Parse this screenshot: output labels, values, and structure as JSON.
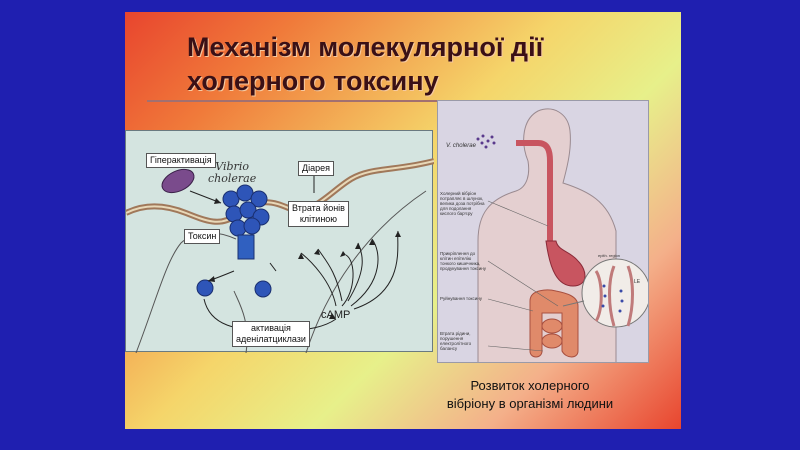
{
  "title": {
    "line1": "Механізм молекулярної дії",
    "line2": "холерного токсину"
  },
  "left_diagram": {
    "hyperactivation": "Гіперактивація",
    "vibrio_line1": "Vibrio",
    "vibrio_line2": "cholerae",
    "diarrhea": "Діарея",
    "ion_loss_line1": "Втрата йонів",
    "ion_loss_line2": "клітиною",
    "toxin": "Токсин",
    "camp": "cAMP",
    "activation_line1": "активація",
    "activation_line2": "аденілатциклази"
  },
  "right_diagram": {
    "v_cholerae": "V. cholerae",
    "note1": "Холерний вібріон потрапляє в шлунок, велика доза потрібна для подолання кислого бар'єру",
    "note2": "Прикріплення до клітин епітелію тонкого кишечника, продукування токсину",
    "note3": "Руйнування токсину",
    "note4": "Втрата рідини, порушення електролітного балансу",
    "inset_label_a": "epith. region",
    "inset_label_b": "LE"
  },
  "caption": {
    "line1": "Розвиток холерного",
    "line2": "вібріону в організмі людини"
  },
  "colors": {
    "background": "#1f1fb0",
    "title": "#3a1016",
    "molecule": "#2e55b8",
    "vibrio": "#7a4b8c"
  }
}
